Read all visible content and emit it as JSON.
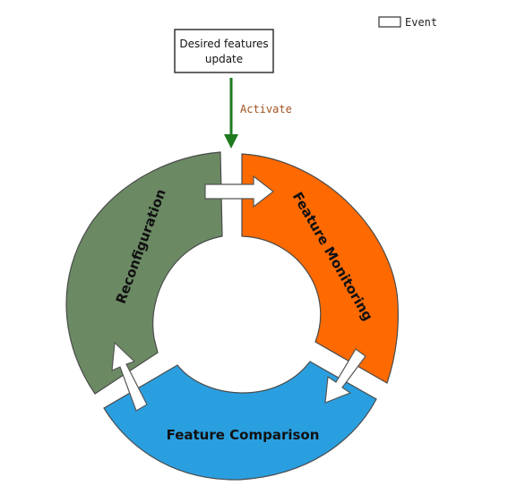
{
  "legend": {
    "label": "Event",
    "icon": "event-box-icon"
  },
  "event": {
    "line1": "Desired features",
    "line2": "update"
  },
  "activate": {
    "label": "Activate",
    "color": "#a0521e",
    "arrow_color": "#1f7a1f"
  },
  "segments": {
    "reconfiguration": {
      "label": "Reconfiguration",
      "color": "#6b8a64"
    },
    "monitoring": {
      "label": "Feature Monitoring",
      "color": "#ff6a00"
    },
    "comparison": {
      "label": "Feature Comparison",
      "color": "#2a9fe0"
    }
  },
  "stroke_color": "#4a4a4a"
}
